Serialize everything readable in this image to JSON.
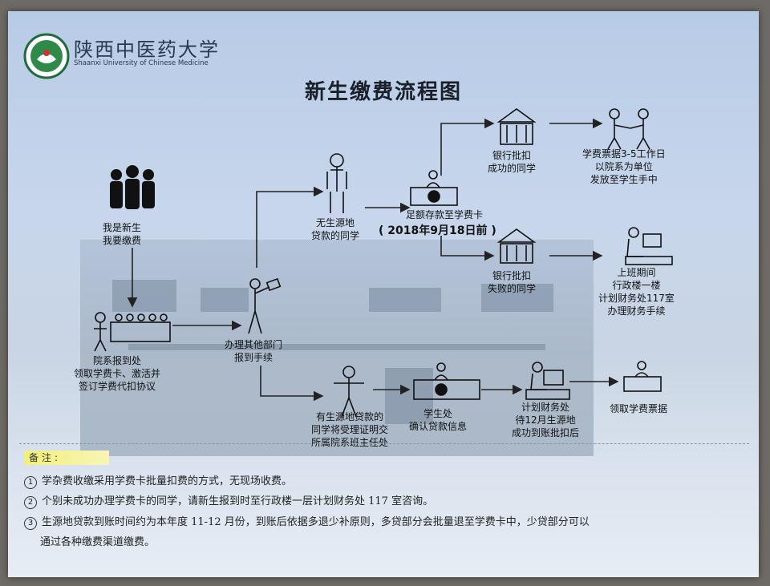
{
  "header": {
    "university_cn": "陕西中医药大学",
    "university_en": "Shaanxi University of Chinese Medicine",
    "title": "新生缴费流程图"
  },
  "nodes": {
    "new_student": [
      "我是新生",
      "我要缴费"
    ],
    "dept_report": [
      "院系报到处",
      "领取学费卡、激活并",
      "签订学费代扣协议"
    ],
    "other_dept": [
      "办理其他部门",
      "报到手续"
    ],
    "no_loan": [
      "无生源地",
      "贷款的同学"
    ],
    "deposit": "足额存款至学费卡",
    "deadline": "( 2018年9月18日前 )",
    "bank_ok": [
      "银行批扣",
      "成功的同学"
    ],
    "receipt_delivery": [
      "学费票据3-5工作日",
      "以院系为单位",
      "发放至学生手中"
    ],
    "bank_fail": [
      "银行批扣",
      "失败的同学"
    ],
    "office_117": [
      "上班期间",
      "行政楼一楼",
      "计划财务处117室",
      "办理财务手续"
    ],
    "has_loan": [
      "有生源地贷款的",
      "同学将受理证明交",
      "所属院系班主任处"
    ],
    "student_office": [
      "学生处",
      "确认贷款信息"
    ],
    "finance_dec": [
      "计划财务处",
      "待12月生源地",
      "成功到账批扣后"
    ],
    "get_receipt": "领取学费票据"
  },
  "notes": {
    "heading": "备注:",
    "items": [
      {
        "num": "1",
        "text": "学杂费收缴采用学费卡批量扣费的方式，无现场收费。"
      },
      {
        "num": "2",
        "text": "个别未成功办理学费卡的同学，请新生报到时至行政楼一层计划财务处 117 室咨询。"
      },
      {
        "num": "3",
        "text": "生源地贷款到账时间约为本年度 11-12 月份，到账后依据多退少补原则，多贷部分会批量退至学费卡中，少贷部分可以"
      },
      {
        "num": "",
        "text": "通过各种缴费渠道缴费。"
      }
    ]
  },
  "colors": {
    "accent": "#1a1f2a",
    "paper": "#c7d6ec",
    "note_highlight": "#f2f07a"
  }
}
